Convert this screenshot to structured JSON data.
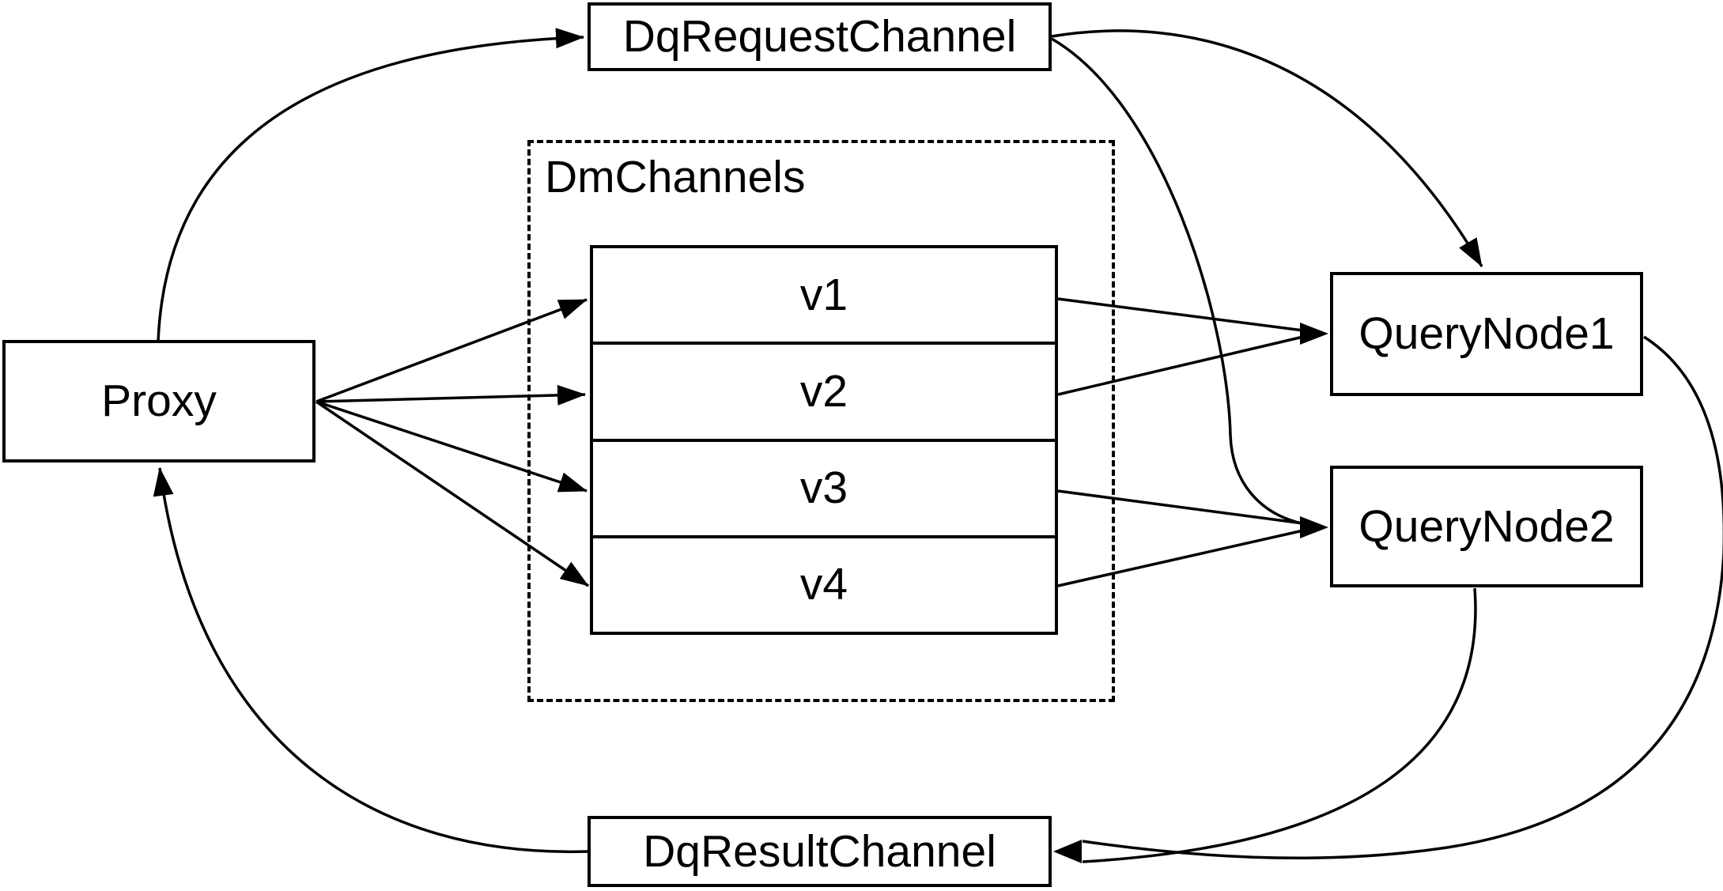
{
  "diagram": {
    "background": "#ffffff",
    "line_color": "#000000",
    "nodes": {
      "proxy": {
        "label": "Proxy"
      },
      "dq_request_channel": {
        "label": "DqRequestChannel"
      },
      "dm_channels": {
        "label": "DmChannels",
        "channels": [
          {
            "label": "v1"
          },
          {
            "label": "v2"
          },
          {
            "label": "v3"
          },
          {
            "label": "v4"
          }
        ]
      },
      "query_node_1": {
        "label": "QueryNode1"
      },
      "query_node_2": {
        "label": "QueryNode2"
      },
      "dq_result_channel": {
        "label": "DqResultChannel"
      }
    },
    "edges": [
      {
        "from": "Proxy",
        "to": "DqRequestChannel"
      },
      {
        "from": "Proxy",
        "to": "v1"
      },
      {
        "from": "Proxy",
        "to": "v2"
      },
      {
        "from": "Proxy",
        "to": "v3"
      },
      {
        "from": "Proxy",
        "to": "v4"
      },
      {
        "from": "v1",
        "to": "QueryNode1"
      },
      {
        "from": "v2",
        "to": "QueryNode1"
      },
      {
        "from": "v3",
        "to": "QueryNode2"
      },
      {
        "from": "v4",
        "to": "QueryNode2"
      },
      {
        "from": "DqRequestChannel",
        "to": "QueryNode1"
      },
      {
        "from": "DqRequestChannel",
        "to": "QueryNode2"
      },
      {
        "from": "QueryNode1",
        "to": "DqResultChannel"
      },
      {
        "from": "QueryNode2",
        "to": "DqResultChannel"
      },
      {
        "from": "DqResultChannel",
        "to": "Proxy"
      }
    ]
  }
}
